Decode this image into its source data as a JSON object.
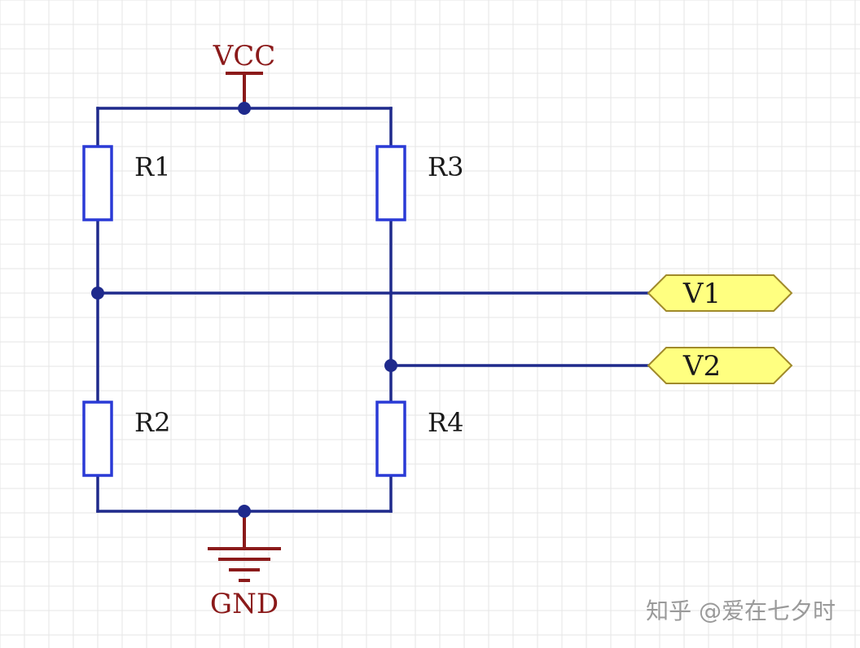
{
  "power": {
    "vcc_label": "VCC",
    "gnd_label": "GND"
  },
  "resistors": {
    "r1": "R1",
    "r2": "R2",
    "r3": "R3",
    "r4": "R4"
  },
  "ports": {
    "v1": "V1",
    "v2": "V2"
  },
  "watermark": "知乎 @爱在七夕时",
  "colors": {
    "wire": "#1f2a8c",
    "resistor_outline": "#2a3ad6",
    "power_symbol": "#8b1a1a",
    "port_fill": "#ffff80",
    "grid": "#e6e6e6"
  }
}
